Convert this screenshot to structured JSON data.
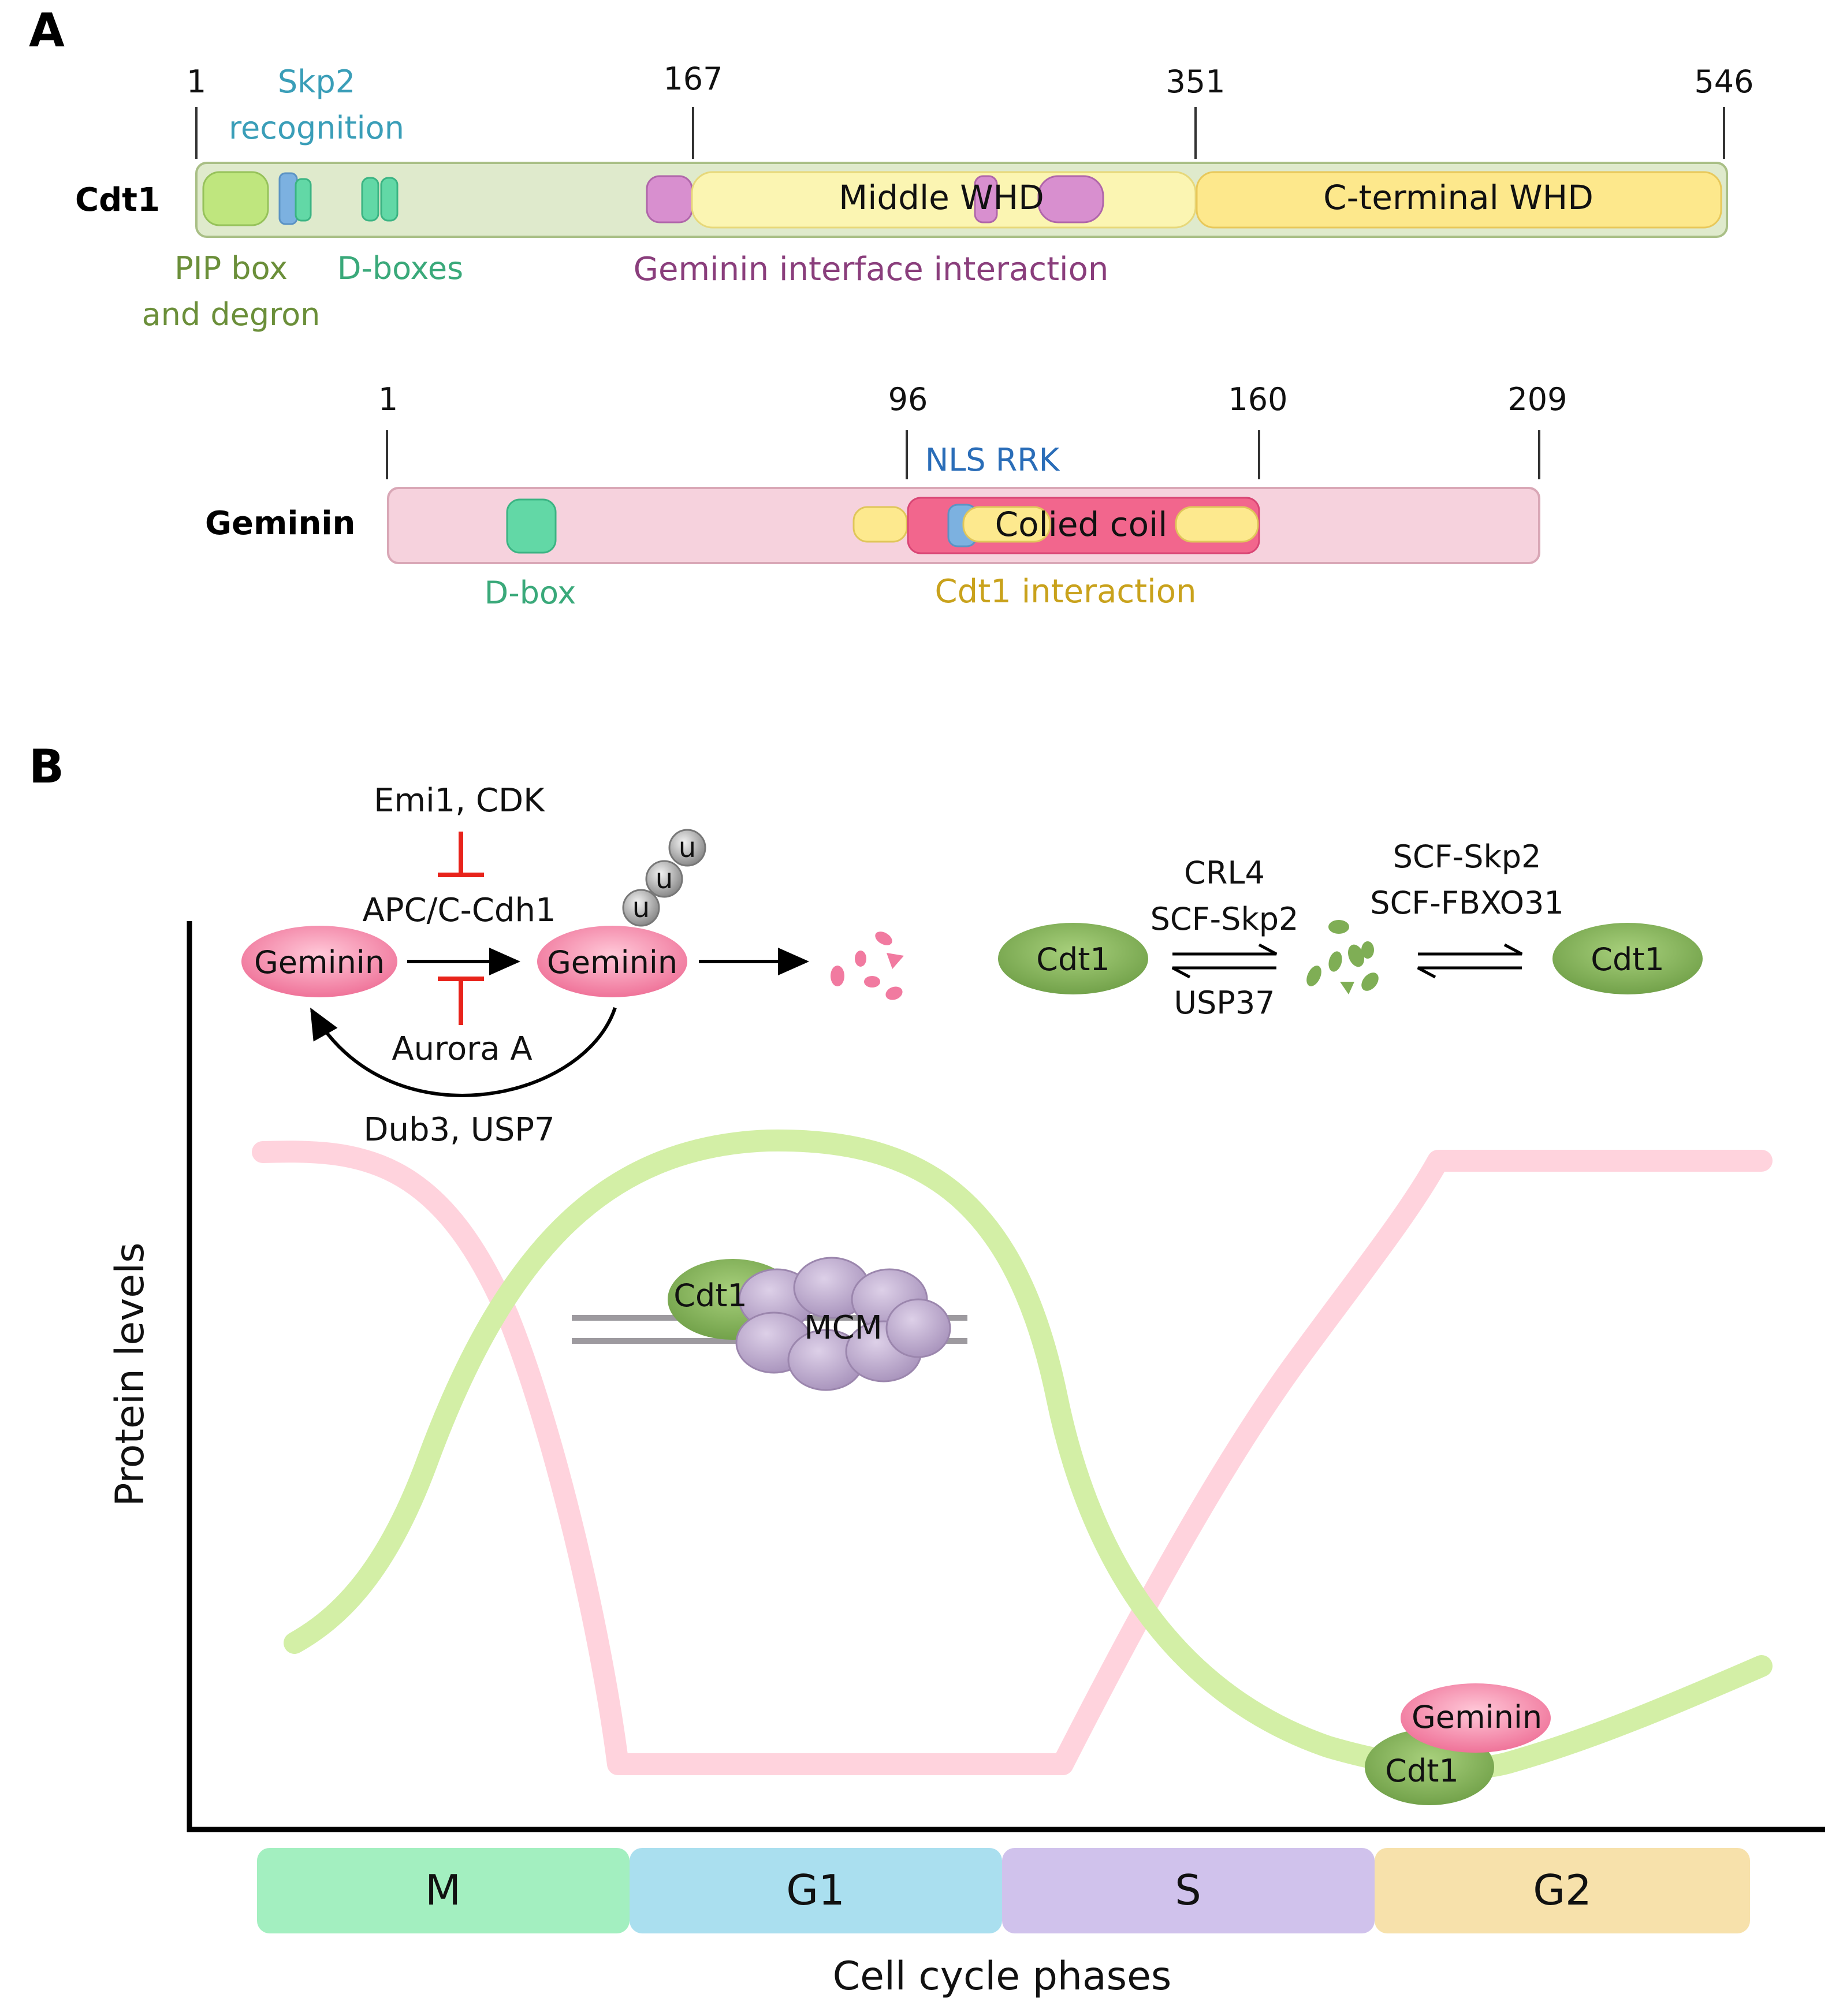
{
  "panels": {
    "a": "A",
    "b": "B"
  },
  "cdt1_domain": {
    "name": "Cdt1",
    "positions": [
      "1",
      "167",
      "351",
      "546"
    ],
    "skp2_label_line1": "Skp2",
    "skp2_label_line2": "recognition",
    "middle_whd": "Middle WHD",
    "cterm_whd": "C-terminal WHD",
    "pip_line1": "PIP box",
    "pip_line2": "and degron",
    "dboxes": "D-boxes",
    "geminin_interface": "Geminin interface interaction"
  },
  "geminin_domain": {
    "name": "Geminin",
    "positions": [
      "1",
      "96",
      "160",
      "209"
    ],
    "nls": "NLS RRK",
    "coiled": "Colied coil",
    "dbox": "D-box",
    "cdt1_interaction": "Cdt1 interaction"
  },
  "pathway": {
    "inhibitors": "Emi1, CDK",
    "apc": "APC/C-Cdh1",
    "geminin": "Geminin",
    "ub": "u",
    "aurora": "Aurora A",
    "dub": "Dub3, USP7",
    "cdt1": "Cdt1",
    "crl4": "CRL4",
    "scf_skp2": "SCF-Skp2",
    "usp37": "USP37",
    "scf_fbxo31": "SCF-FBXO31",
    "mcm": "MCM"
  },
  "plot": {
    "ylabel": "Protein levels",
    "xlabel": "Cell cycle phases",
    "phases": [
      "M",
      "G1",
      "S",
      "G2"
    ]
  },
  "colors": {
    "cdt1_bar": "#dfeacc",
    "geminin_bar": "#f6d2dd",
    "pink_curve": "#ffd3dd",
    "green_curve": "#d3efa6",
    "geminin_ellipse": "#f17aa0",
    "cdt1_ellipse": "#7fae55",
    "mcm": "#b9a6c9",
    "inhibit": "#e8231b",
    "phase_m": "#a3efc0",
    "phase_g1": "#aadfef",
    "phase_s": "#d0c2ec",
    "phase_g2": "#f7e1ab"
  }
}
